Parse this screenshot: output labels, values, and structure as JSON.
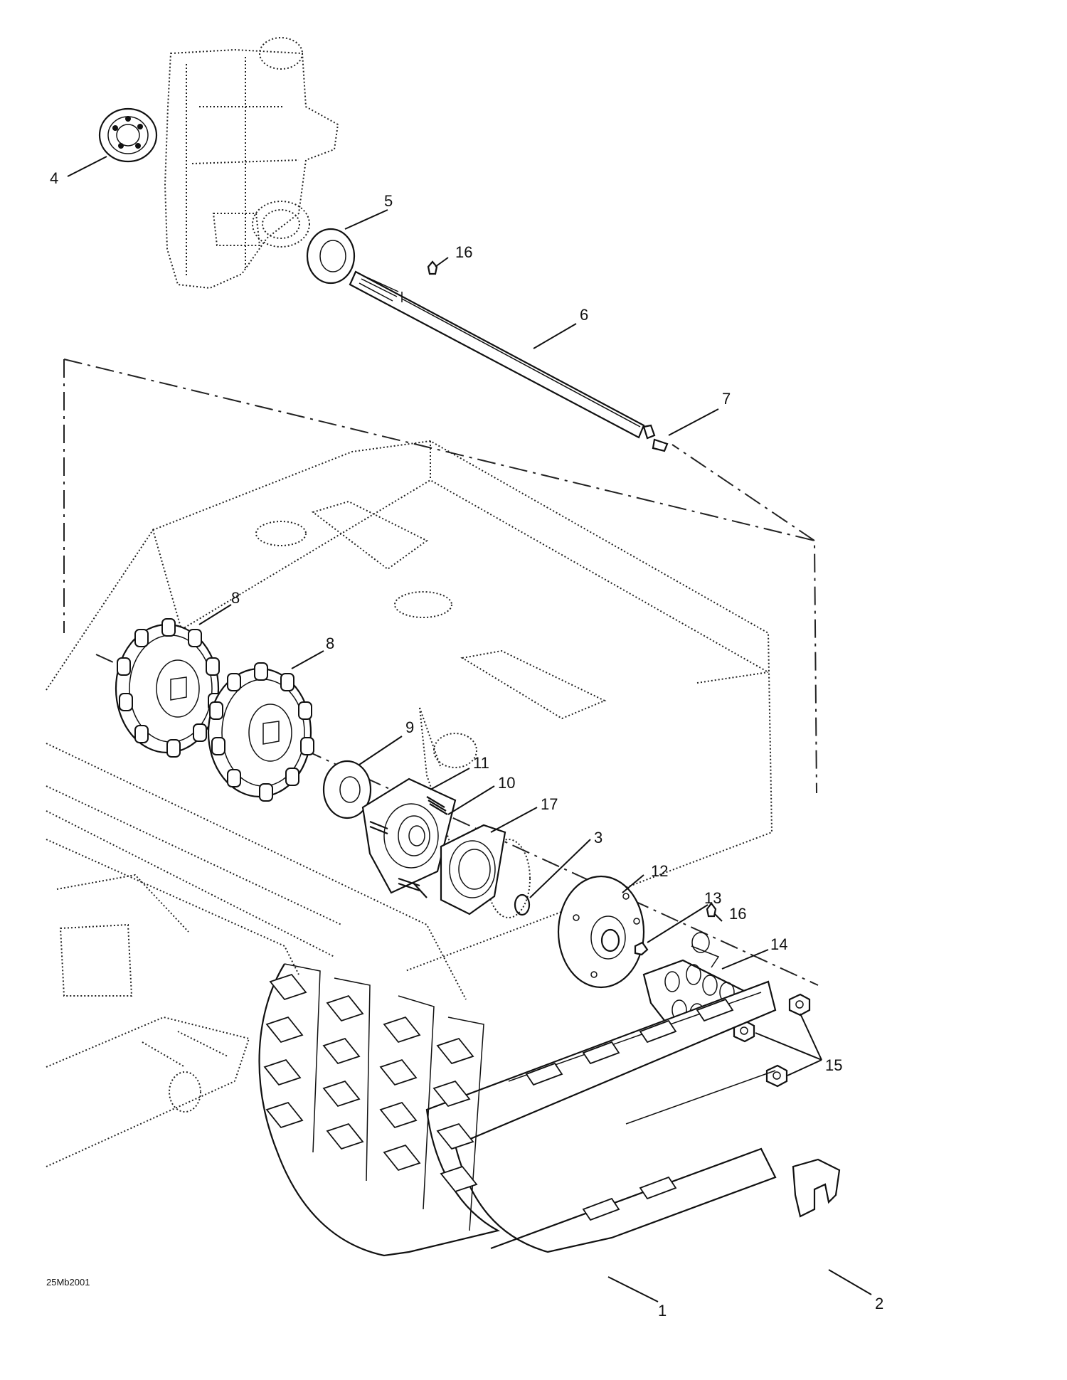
{
  "drawing_code": "25Mb2001",
  "callouts": [
    {
      "number": "1"
    },
    {
      "number": "2"
    },
    {
      "number": "3"
    },
    {
      "number": "4"
    },
    {
      "number": "5"
    },
    {
      "number": "6"
    },
    {
      "number": "7"
    },
    {
      "number": "8"
    },
    {
      "number": "8"
    },
    {
      "number": "9"
    },
    {
      "number": "10"
    },
    {
      "number": "11"
    },
    {
      "number": "12"
    },
    {
      "number": "13"
    },
    {
      "number": "14"
    },
    {
      "number": "15"
    },
    {
      "number": "16"
    },
    {
      "number": "16"
    },
    {
      "number": "17"
    }
  ]
}
